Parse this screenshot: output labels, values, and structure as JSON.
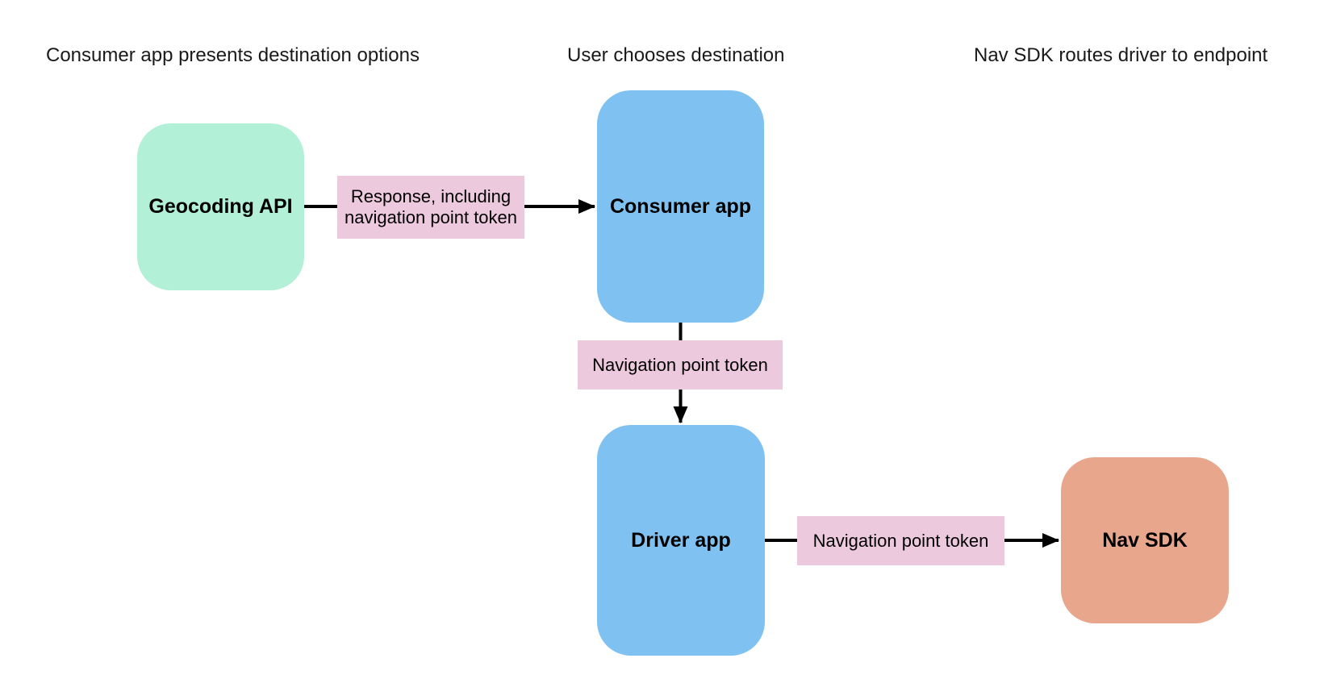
{
  "diagram": {
    "lane_headers": [
      {
        "label": "Consumer app presents destination options"
      },
      {
        "label": "User chooses destination"
      },
      {
        "label": "Nav SDK routes driver to endpoint"
      }
    ],
    "nodes": [
      {
        "id": "geocoding-api",
        "label": "Geocoding API",
        "color": "#b2f0d8"
      },
      {
        "id": "consumer-app",
        "label": "Consumer app",
        "color": "#7fc2f2"
      },
      {
        "id": "driver-app",
        "label": "Driver app",
        "color": "#7fc2f2"
      },
      {
        "id": "nav-sdk",
        "label": "Nav SDK",
        "color": "#e8a78c"
      }
    ],
    "edges": [
      {
        "from": "geocoding-api",
        "to": "consumer-app",
        "label": "Response, including navigation point token"
      },
      {
        "from": "consumer-app",
        "to": "driver-app",
        "label": "Navigation point token"
      },
      {
        "from": "driver-app",
        "to": "nav-sdk",
        "label": "Navigation point token"
      }
    ],
    "colors": {
      "edge_label_pink": "#edc9de",
      "arrow_black": "#000000",
      "background": "#ffffff",
      "header_text": "#1a1a1a"
    }
  }
}
